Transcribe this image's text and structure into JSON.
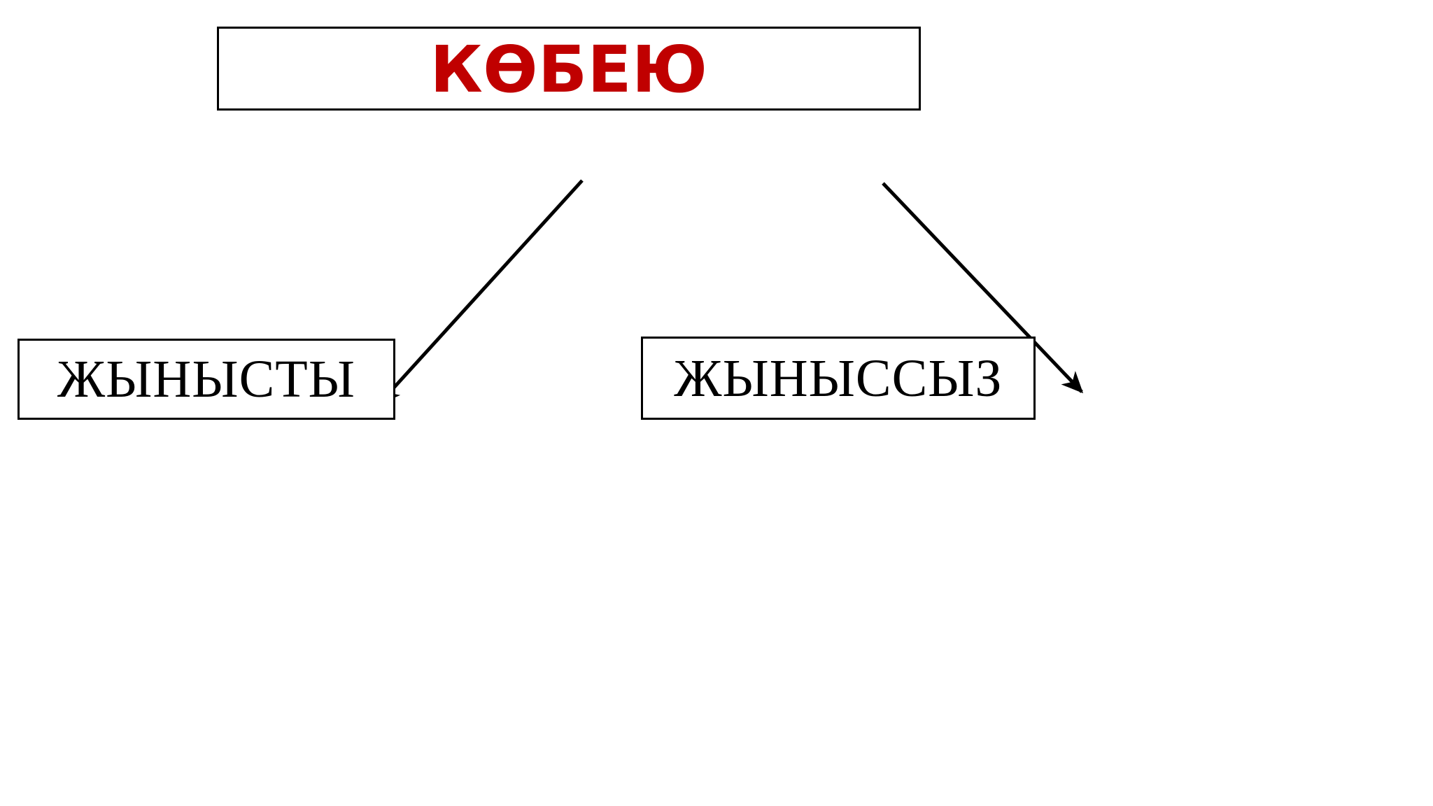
{
  "diagram": {
    "title": "КӨБЕЮ",
    "type": "hierarchy-tree",
    "orientation": "top-down",
    "background_color": "#ffffff",
    "accent_color": "#C00000",
    "line_color": "#000000",
    "root": {
      "id": "root",
      "label": "КӨБЕЮ",
      "text_color": "#C00000",
      "border_color": "#000000",
      "fill_color": "#ffffff",
      "emphasis": "bold"
    },
    "children": [
      {
        "id": "child-left",
        "label": "ЖЫНЫСТЫ",
        "text_color": "#000000",
        "border_color": "#000000",
        "fill_color": "#ffffff",
        "emphasis": "normal"
      },
      {
        "id": "child-right",
        "label": "ЖЫНЫССЫЗ",
        "text_color": "#000000",
        "border_color": "#000000",
        "fill_color": "#ffffff",
        "emphasis": "normal"
      }
    ],
    "connectors": [
      {
        "id": "connector-left",
        "from": "root",
        "to": "child-left",
        "style": "solid",
        "arrowhead": "filled-triangle",
        "direction": "down-left"
      },
      {
        "id": "connector-right",
        "from": "root",
        "to": "child-right",
        "style": "solid",
        "arrowhead": "filled-triangle",
        "direction": "down-right"
      }
    ]
  }
}
